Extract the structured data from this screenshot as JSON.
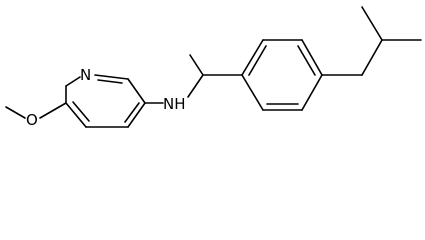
{
  "atoms": {
    "nitrogen_ring": "N",
    "amine": "NH",
    "oxygen": "O"
  },
  "colors": {
    "bond": "#000000",
    "background": "#ffffff",
    "text": "#000000"
  }
}
